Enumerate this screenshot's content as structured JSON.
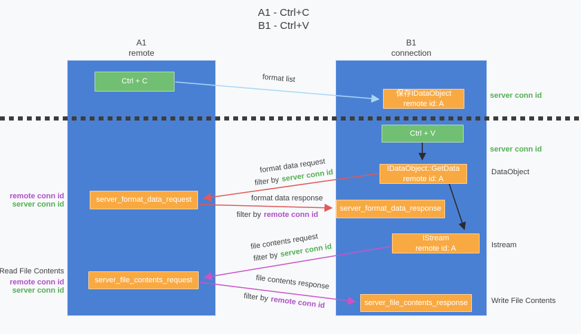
{
  "title": {
    "line1": "A1 - Ctrl+C",
    "line2": "B1 - Ctrl+V"
  },
  "columns": {
    "left": {
      "name": "A1",
      "role": "remote"
    },
    "right": {
      "name": "B1",
      "role": "connection"
    }
  },
  "nodes": {
    "ctrl_c": {
      "label": "Ctrl + C"
    },
    "save_idataobject": {
      "line1": "保存IDataObject",
      "line2": "remote id: A"
    },
    "ctrl_v": {
      "label": "Ctrl + V"
    },
    "getdata": {
      "line1": "IDataObject::GetData",
      "line2": "remote id: A"
    },
    "format_request": {
      "label": "server_format_data_request"
    },
    "format_response": {
      "label": "server_format_data_response"
    },
    "istream": {
      "line1": "IStream",
      "line2": "remote id: A"
    },
    "file_request": {
      "label": "server_file_contents_request"
    },
    "file_response": {
      "label": "server_file_contents_response"
    }
  },
  "arrow_labels": {
    "format_list": "format list",
    "format_data_request": "format data request",
    "format_data_response": "format data response",
    "file_contents_request": "file contents request",
    "file_contents_response": "file contents response",
    "filter_by": "filter by",
    "server_conn_id": "server conn id",
    "remote_conn_id": "remote conn id"
  },
  "side_labels": {
    "right_server_conn_id_1": "server conn id",
    "right_server_conn_id_2": "server conn id",
    "right_dataobject": "DataObject",
    "right_istream": "Istream",
    "right_write_file_contents": "Write File Contents",
    "left_remote_conn_id_1": "remote conn id",
    "left_server_conn_id_1": "server conn id",
    "left_read_file_contents": "Read File Contents",
    "left_remote_conn_id_2": "remote conn id",
    "left_server_conn_id_2": "server conn id"
  },
  "colors": {
    "column_blue": "#4A80D4",
    "node_green": "#70BF72",
    "node_orange": "#F9A942",
    "text_green": "#53AE53",
    "text_purple": "#AE4FC8",
    "arrow_red": "#E05A5A",
    "arrow_magenta": "#CC53C6",
    "arrow_lightblue": "#A9D7F2",
    "arrow_black": "#2B2B2B"
  }
}
